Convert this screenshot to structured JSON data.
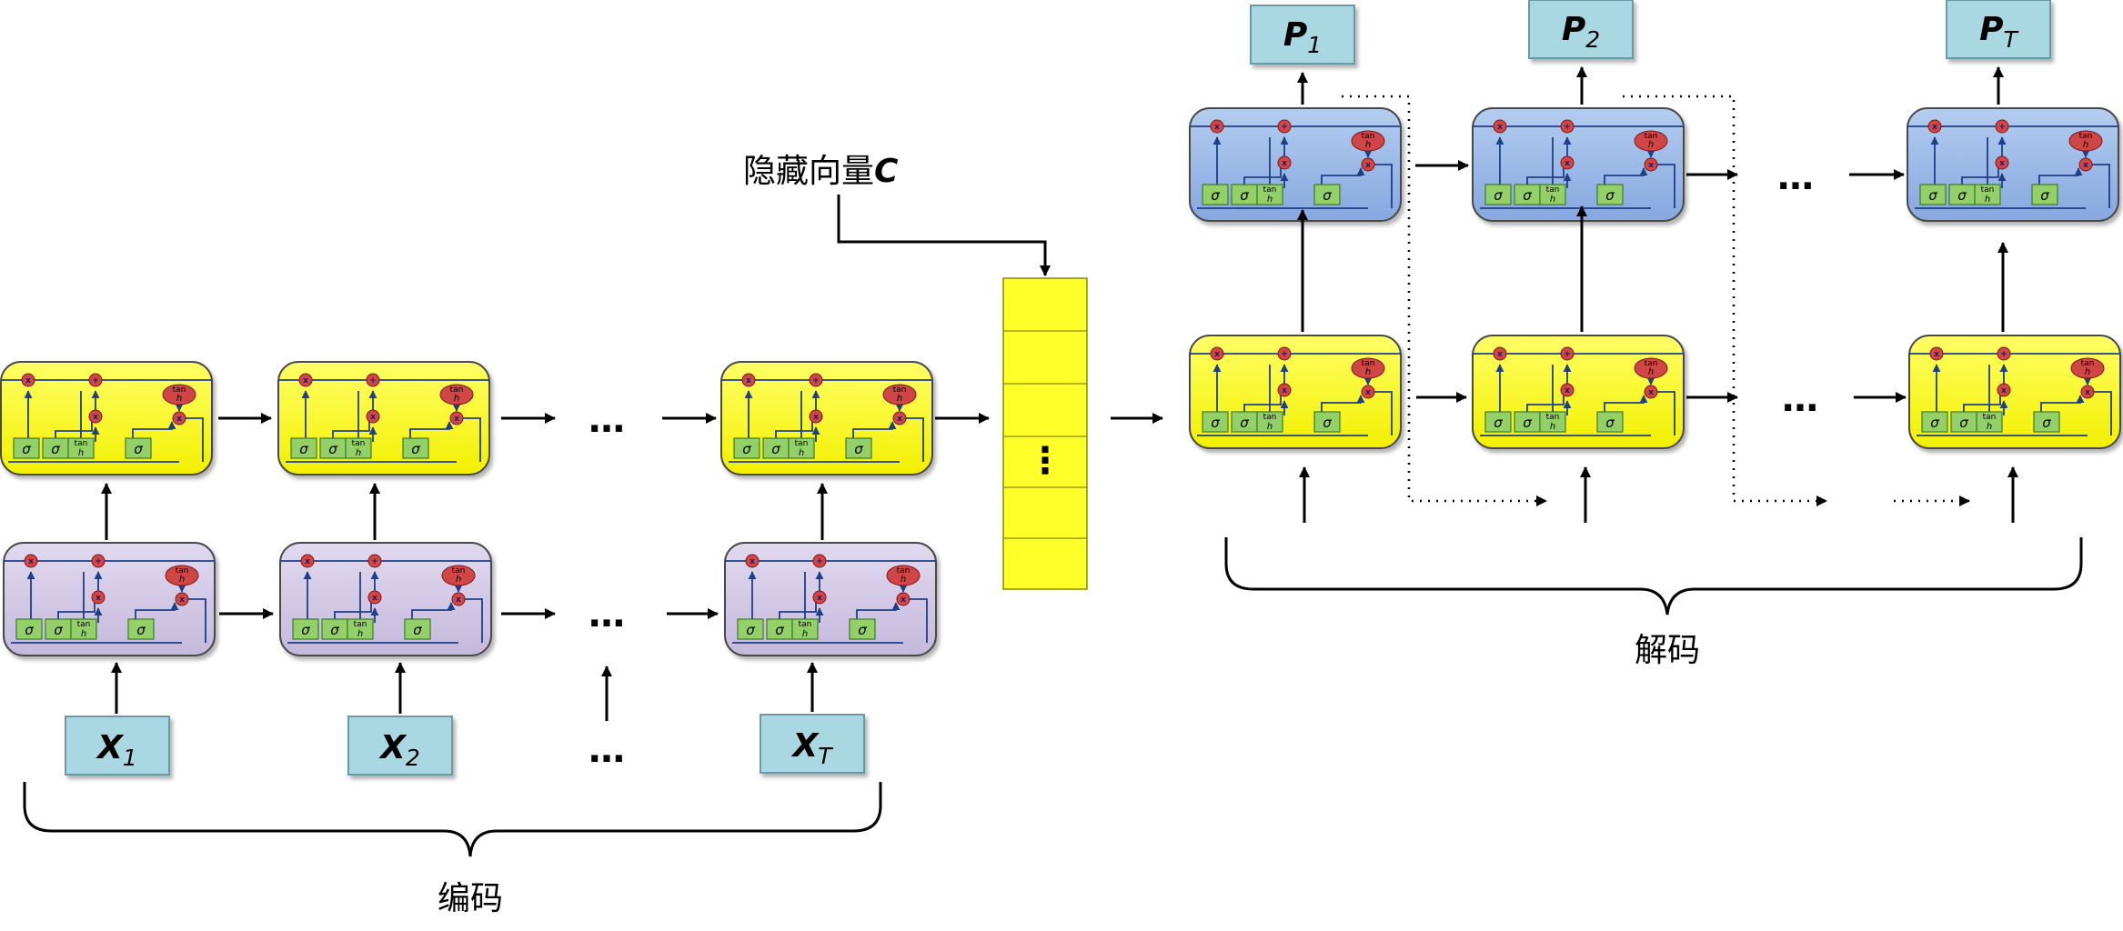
{
  "labels": {
    "hidden_vector": "隐藏向量",
    "hidden_vector_symbol": "C",
    "encode": "编码",
    "decode": "解码",
    "ellipsis": "…",
    "vdots": "⋮"
  },
  "inputs": [
    {
      "base": "X",
      "sub": "1"
    },
    {
      "base": "X",
      "sub": "2"
    },
    {
      "base": "X",
      "sub": "T"
    }
  ],
  "outputs": [
    {
      "base": "P",
      "sub": "1"
    },
    {
      "base": "P",
      "sub": "2"
    },
    {
      "base": "P",
      "sub": "T"
    }
  ],
  "cell_text": {
    "sigma": "σ",
    "tanh_top": "tan",
    "tanh_bottom": "h",
    "mult": "x",
    "add": "+"
  },
  "colors": {
    "yellow_cell": "#ffff2a",
    "purple_cell": "#d3c9e6",
    "blue_cell": "#9fbce8",
    "cell_border": "#4a4a4a",
    "gate_green": "#93d067",
    "gate_border": "#3e7a2c",
    "node_red": "#d04545",
    "io_box": "#a9d8e3",
    "io_border": "#6a9aa8",
    "vector_fill": "#ffff2a",
    "line_blue": "#1f3f86"
  }
}
